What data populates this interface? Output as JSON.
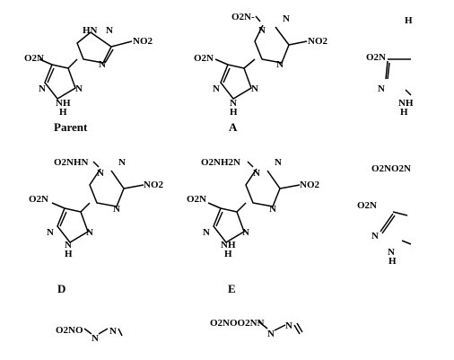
{
  "captions": {
    "parent": "Parent",
    "a": "A",
    "d": "D",
    "e": "E"
  },
  "atoms": {
    "n": "N",
    "nh": "NH",
    "hn": "HN",
    "h": "H",
    "no2": "NO2",
    "o2n": "O2N",
    "o2n_n": "O2N-",
    "o2nhn": "O2NHN",
    "o2nh2n": "O2NH2N",
    "o2no2n": "O2NO2N",
    "o2noo2": "O2NO",
    "o2no2nn": "O2NOO2NN"
  }
}
